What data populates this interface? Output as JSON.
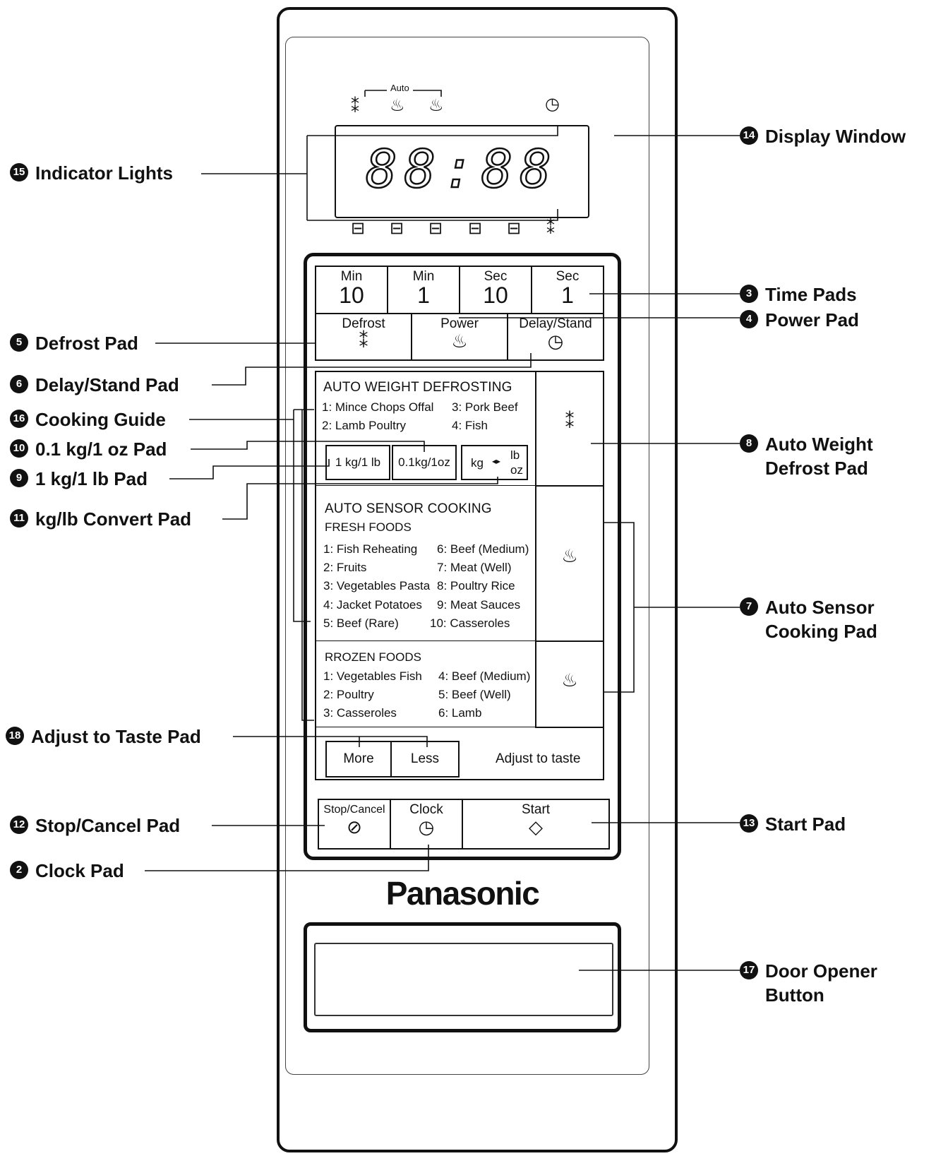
{
  "display": {
    "digits": "88:88",
    "auto_label": "Auto"
  },
  "pads": {
    "min10": {
      "unit": "Min",
      "value": "10"
    },
    "min1": {
      "unit": "Min",
      "value": "1"
    },
    "sec10": {
      "unit": "Sec",
      "value": "10"
    },
    "sec1": {
      "unit": "Sec",
      "value": "1"
    },
    "defrost": "Defrost",
    "power": "Power",
    "delay_stand": "Delay/Stand",
    "kg1": "1 kg/1 lb",
    "kg01": "0.1kg/1oz",
    "convert_kg": "kg",
    "convert_lb": "lb",
    "convert_oz": "oz",
    "more": "More",
    "less": "Less",
    "adjust_to_taste": "Adjust to taste",
    "stop_cancel": "Stop/Cancel",
    "clock": "Clock",
    "start": "Start"
  },
  "guide": {
    "auto_weight_title": "AUTO WEIGHT DEFROSTING",
    "auto_weight_items": [
      "1:  Mince Chops Offal",
      "2:  Lamb Poultry",
      "3:  Pork Beef",
      "4:  Fish"
    ],
    "auto_sensor_title": "AUTO SENSOR COOKING",
    "fresh_title": "FRESH FOODS",
    "fresh_items": [
      "1: Fish Reheating",
      "2: Fruits",
      "3: Vegetables Pasta",
      "4: Jacket Potatoes",
      "5: Beef (Rare)",
      "6: Beef (Medium)",
      "7: Meat (Well)",
      "8: Poultry Rice",
      "9: Meat Sauces",
      "10: Casseroles"
    ],
    "frozen_title": "RROZEN FOODS",
    "frozen_items": [
      "1: Vegetables Fish",
      "2: Poultry",
      "3: Casseroles",
      "4: Beef (Medium)",
      "5: Beef (Well)",
      "6: Lamb"
    ]
  },
  "brand": "Panasonic",
  "callouts": {
    "c14": {
      "num": "14",
      "text": "Display Window"
    },
    "c15": {
      "num": "15",
      "text": "Indicator Lights"
    },
    "c3": {
      "num": "3",
      "text": "Time Pads"
    },
    "c4": {
      "num": "4",
      "text": "Power Pad"
    },
    "c5": {
      "num": "5",
      "text": "Defrost Pad"
    },
    "c6": {
      "num": "6",
      "text": "Delay/Stand Pad"
    },
    "c16": {
      "num": "16",
      "text": "Cooking Guide"
    },
    "c10": {
      "num": "10",
      "text": "0.1 kg/1 oz Pad"
    },
    "c9": {
      "num": "9",
      "text": "1 kg/1 lb Pad"
    },
    "c11": {
      "num": "11",
      "text": "kg/lb Convert Pad"
    },
    "c8": {
      "num": "8",
      "text1": "Auto Weight",
      "text2": "Defrost Pad"
    },
    "c7": {
      "num": "7",
      "text1": "Auto Sensor",
      "text2": "Cooking Pad"
    },
    "c18": {
      "num": "18",
      "text": "Adjust to Taste Pad"
    },
    "c12": {
      "num": "12",
      "text": "Stop/Cancel Pad"
    },
    "c13": {
      "num": "13",
      "text": "Start Pad"
    },
    "c2": {
      "num": "2",
      "text": "Clock Pad"
    },
    "c17": {
      "num": "17",
      "text1": "Door Opener",
      "text2": "Button"
    }
  }
}
